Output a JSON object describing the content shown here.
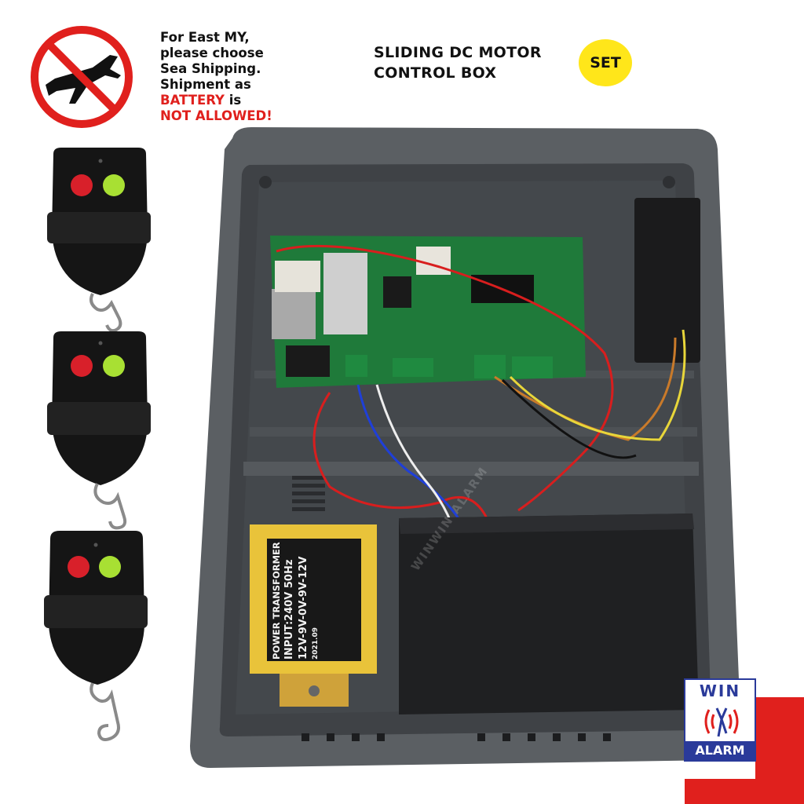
{
  "notice": {
    "line1": "For East MY,",
    "line2": "please choose",
    "line3": "Sea Shipping.",
    "line4": "Shipment as",
    "line5_red": "BATTERY",
    "line5_rest": " is",
    "line6_red": "NOT ALLOWED!"
  },
  "title": {
    "line1": "SLIDING DC MOTOR",
    "line2": "CONTROL BOX"
  },
  "badge": "SET",
  "transformer": {
    "line1": "POWER TRANSFORMER",
    "line2": "INPUT:240V 50Hz",
    "line3": "12V-9V-0V-9V-12V",
    "line4": "2021.09"
  },
  "logo": {
    "top": "WIN",
    "bottom": "ALARM"
  },
  "watermark": "WINWIN ALARM",
  "colors": {
    "accent_red": "#e0201d",
    "badge_yellow": "#ffe61a",
    "logo_blue": "#2a3a9a",
    "enclosure_gray": "#5b5f63",
    "pcb_green": "#1f7a3a"
  },
  "icons": {
    "no_flight": "no-airplane-icon",
    "remote": "remote-control-icon"
  }
}
